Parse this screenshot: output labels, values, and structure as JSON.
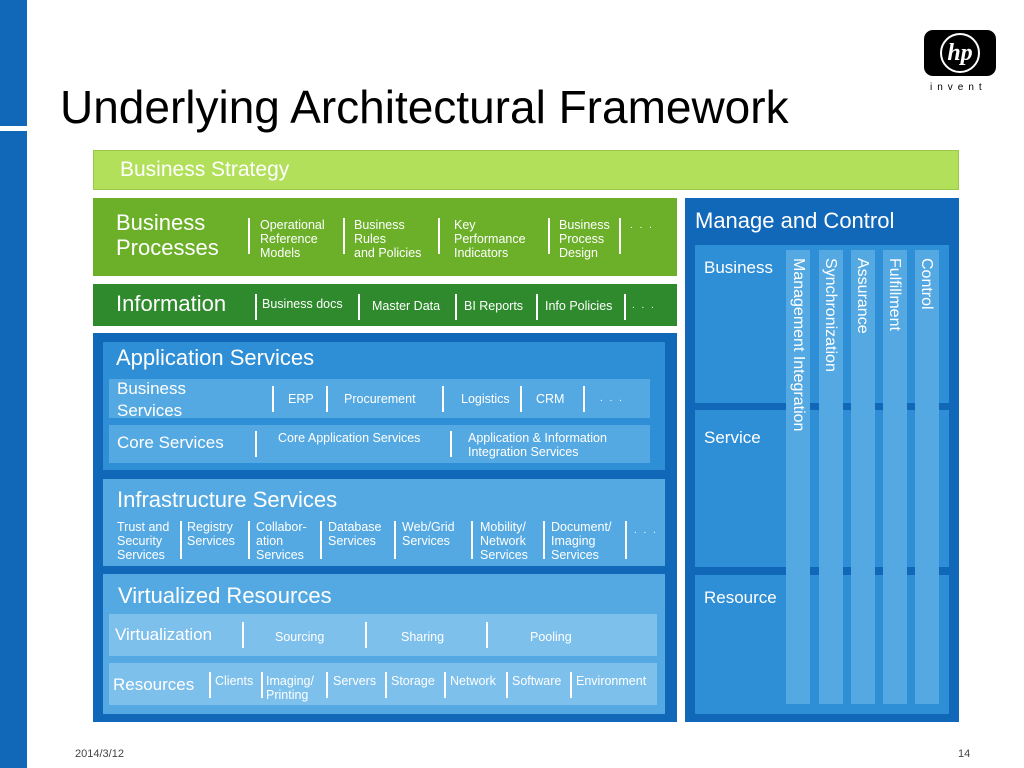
{
  "title": "Underlying Architectural Framework",
  "logo": {
    "mark": "hp",
    "tagline": "invent"
  },
  "footer": {
    "date": "2014/3/12",
    "page": "14"
  },
  "colors": {
    "light_green": "#b2e05a",
    "green": "#6cb02a",
    "dark_green": "#2e8a2c",
    "blue": "#1167b8",
    "mid_blue": "#2e8ed6",
    "light_blue": "#55a9e2"
  },
  "business_strategy": "Business Strategy",
  "business_processes": {
    "title_line1": "Business",
    "title_line2": "Processes",
    "items": [
      {
        "l1": "Operational",
        "l2": "Reference",
        "l3": "Models"
      },
      {
        "l1": "Business",
        "l2": "Rules",
        "l3": "and Policies"
      },
      {
        "l1": "Key",
        "l2": "Performance",
        "l3": "Indicators"
      },
      {
        "l1": "Business",
        "l2": "Process",
        "l3": "Design"
      }
    ],
    "more": ". . ."
  },
  "information": {
    "title": "Information",
    "items": [
      "Business docs",
      "Master Data",
      "BI Reports",
      "Info Policies"
    ],
    "more": ". . ."
  },
  "application_services": {
    "title": "Application Services",
    "business_services": {
      "title_line1": "Business",
      "title_line2": "Services",
      "items": [
        "ERP",
        "Procurement",
        "Logistics",
        "CRM"
      ],
      "more": ". . ."
    },
    "core_services": {
      "title": "Core Services",
      "items": [
        "Core Application Services"
      ],
      "app_info_l1": "Application & Information",
      "app_info_l2": "Integration Services"
    }
  },
  "infrastructure_services": {
    "title": "Infrastructure Services",
    "items": [
      {
        "l1": "Trust and",
        "l2": "Security",
        "l3": "Services"
      },
      {
        "l1": "Registry",
        "l2": "Services",
        "l3": ""
      },
      {
        "l1": "Collabor-",
        "l2": "ation",
        "l3": "Services"
      },
      {
        "l1": "Database",
        "l2": "Services",
        "l3": ""
      },
      {
        "l1": "Web/Grid",
        "l2": "Services",
        "l3": ""
      },
      {
        "l1": "Mobility/",
        "l2": "Network",
        "l3": "Services"
      },
      {
        "l1": "Document/",
        "l2": "Imaging",
        "l3": "Services"
      }
    ],
    "more": ". . ."
  },
  "virtualized_resources": {
    "title": "Virtualized Resources",
    "virtualization": {
      "title": "Virtualization",
      "items": [
        "Sourcing",
        "Sharing",
        "Pooling"
      ]
    },
    "resources": {
      "title": "Resources",
      "items": [
        "Clients",
        "Imaging/",
        "Printing",
        "Servers",
        "Storage",
        "Network",
        "Software",
        "Environment"
      ]
    }
  },
  "manage_control": {
    "title": "Manage and Control",
    "rows": [
      "Business",
      "Service",
      "Resource"
    ],
    "columns": [
      "Management Integration",
      "Synchronization",
      "Assurance",
      "Fulfillment",
      "Control"
    ]
  }
}
